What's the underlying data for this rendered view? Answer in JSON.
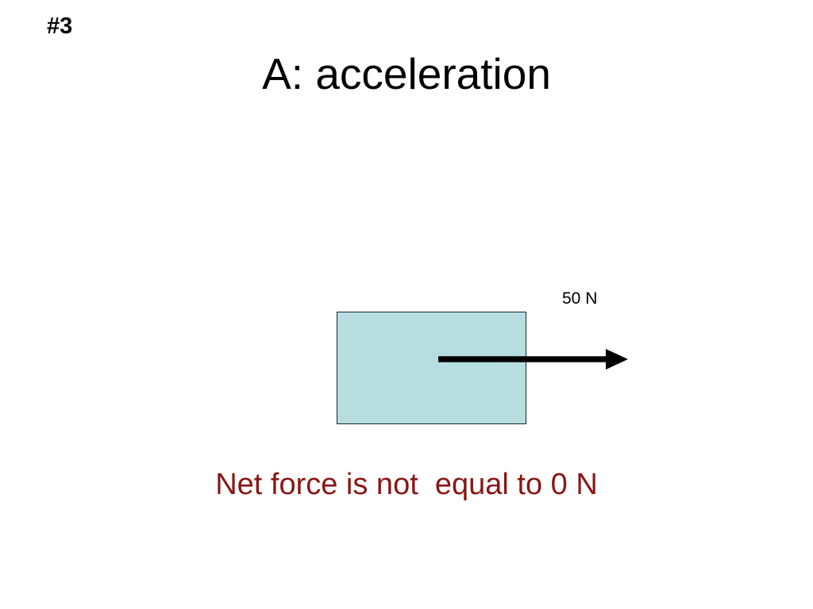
{
  "slide": {
    "number_label": "#3",
    "title": "A: acceleration",
    "caption": "Net force is not  equal to 0 N",
    "background_color": "#ffffff"
  },
  "diagram": {
    "name": "free-body-diagram",
    "mass_box": {
      "fill_color": "#b6dee1",
      "border_color": "#16242c"
    },
    "force_arrow": {
      "label": "50 N",
      "direction": "right",
      "color": "#000000"
    }
  },
  "colors": {
    "title_text": "#000000",
    "caption_text": "#8a1616",
    "box_fill": "#b6dee1",
    "box_border": "#16242c",
    "arrow": "#000000"
  }
}
